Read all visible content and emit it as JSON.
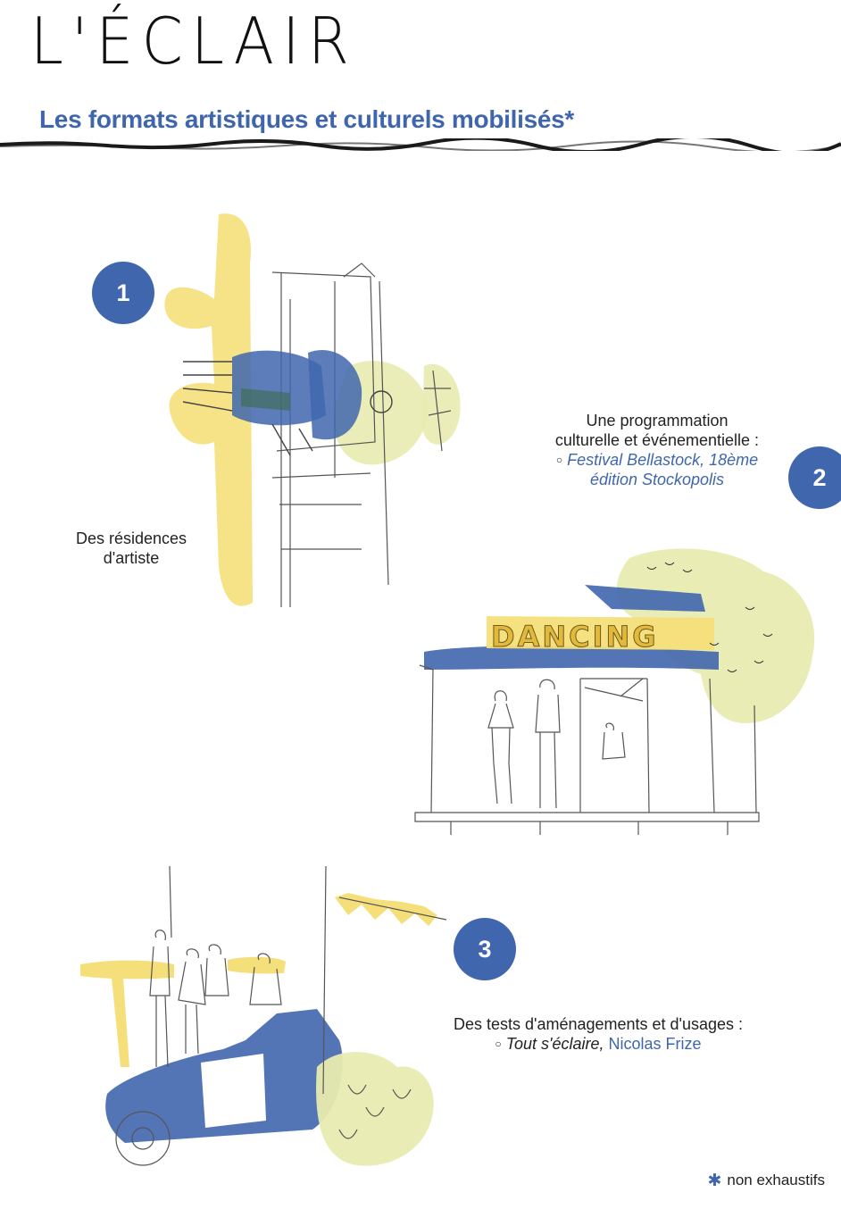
{
  "header": {
    "brand": "L'ÉCLAIR",
    "subtitle": "Les formats artistiques et culturels mobilisés*"
  },
  "items": [
    {
      "number": "1",
      "caption_line1": "Des résidences",
      "caption_line2": "d'artiste"
    },
    {
      "number": "2",
      "caption_line1": "Une programmation",
      "caption_line2": "culturelle et événementielle :",
      "bullet": "○",
      "link_line1": "Festival Bellastock, 18ème",
      "link_line2": "édition Stockopolis",
      "sign_text": "DANCING"
    },
    {
      "number": "3",
      "caption_line1": "Des tests d'aménagements et d'usages :",
      "bullet": "○",
      "italic_text": "Tout s'éclaire,",
      "link_text": "Nicolas Frize"
    }
  ],
  "footnote": {
    "marker": "✱",
    "text": "non exhaustifs"
  },
  "colors": {
    "accent_blue": "#4066ae",
    "yellow": "#f5df7a",
    "light_yellow": "#e8ebb0",
    "ink": "#222222"
  }
}
